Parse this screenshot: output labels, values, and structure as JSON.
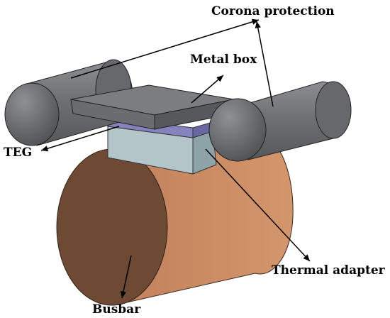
{
  "labels": {
    "corona_protection": "Corona protection",
    "metal_box": "Metal box",
    "teg": "TEG",
    "thermal_adapter": "Thermal adapter",
    "busbar": "Busbar"
  },
  "colors": {
    "busbar_face": "#6e4a35",
    "busbar_side": "#c8875e",
    "thermal_adapter": "#9fb3b8",
    "teg": "#7a78b3",
    "metal_box": "#6f7174",
    "corona_protection": "#707275",
    "arrow": "#000000"
  }
}
